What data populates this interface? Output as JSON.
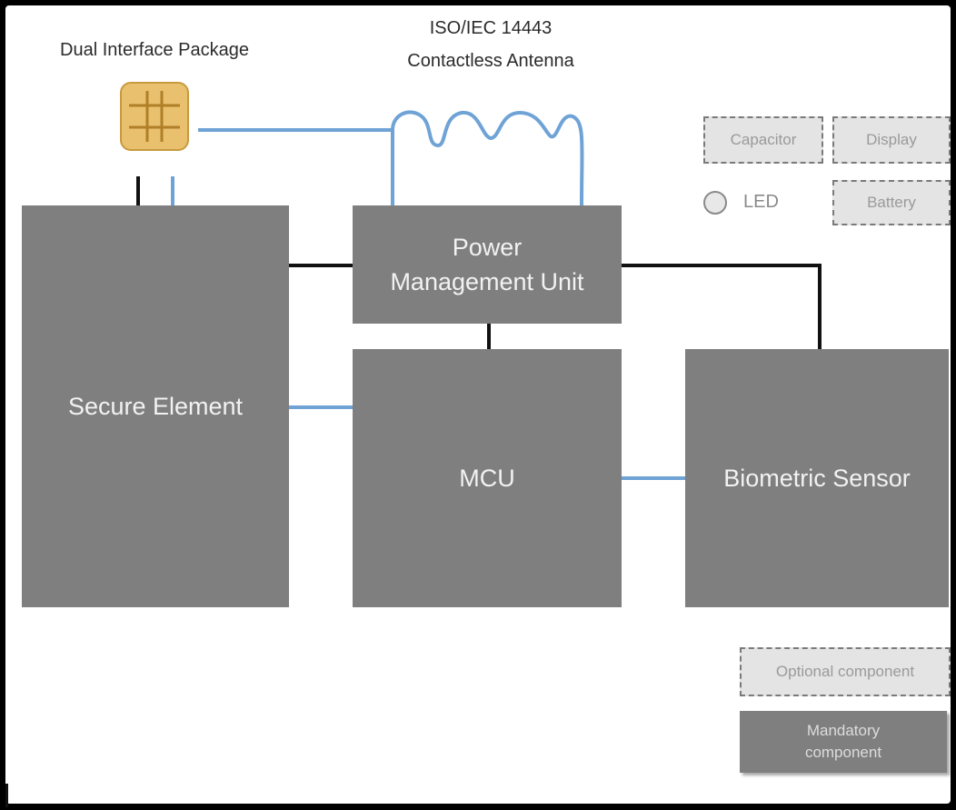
{
  "title_package": "Dual Interface Package",
  "antenna": {
    "line1": "ISO/IEC 14443",
    "line2": "Contactless Antenna"
  },
  "components": {
    "secure_element": "Secure Element",
    "power_line1": "Power",
    "power_line2": "Management Unit",
    "mcu": "MCU",
    "biometric": "Biometric Sensor"
  },
  "optional": {
    "capacitor": "Capacitor",
    "display": "Display",
    "battery": "Battery",
    "led": "LED"
  },
  "legend": {
    "optional": "Optional component",
    "mandatory_line1": "Mandatory",
    "mandatory_line2": "component"
  },
  "colors": {
    "mandatory_fill": "#7f7f7f",
    "optional_fill": "#e4e4e4",
    "signal_wire": "#6fa3d6",
    "power_wire": "#111111",
    "chip": "#e9c06e"
  }
}
